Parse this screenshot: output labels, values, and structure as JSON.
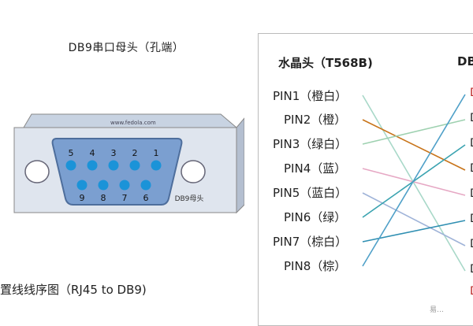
{
  "left": {
    "title": "DB9串口母头（孔端）",
    "url_text": "www.fedola.com",
    "plate_label": "DB9母头",
    "top_pins": [
      "5",
      "4",
      "3",
      "2",
      "1"
    ],
    "bottom_pins": [
      "9",
      "8",
      "7",
      "6"
    ],
    "caption": "置线线序图（RJ45 to DB9)"
  },
  "right": {
    "header_left": "水晶头（T568B)",
    "header_right": "DB",
    "pins": [
      {
        "label": "PIN1（橙白）",
        "target": 7,
        "color": "#a8d8c8"
      },
      {
        "label": "PIN2（橙）",
        "target": 3,
        "color": "#c8741a"
      },
      {
        "label": "PIN3（绿白）",
        "target": 1,
        "color": "#9ed1b0"
      },
      {
        "label": "PIN4（蓝）",
        "target": 4,
        "color": "#e6a8c4"
      },
      {
        "label": "PIN5（蓝白）",
        "target": 6,
        "color": "#9fb3d8"
      },
      {
        "label": "PIN6（绿）",
        "target": 2,
        "color": "#3aa3b0"
      },
      {
        "label": "PIN7（棕白）",
        "target": 5,
        "color": "#2f8fb2"
      },
      {
        "label": "PIN8（棕）",
        "target": 0,
        "color": "#4fa0c8"
      }
    ],
    "db_labels": [
      "D",
      "D",
      "D",
      "D",
      "D",
      "D",
      "D",
      "D",
      "D"
    ],
    "db_label_red": [
      true,
      false,
      false,
      false,
      false,
      false,
      false,
      false,
      true
    ]
  },
  "watermark": "易…"
}
